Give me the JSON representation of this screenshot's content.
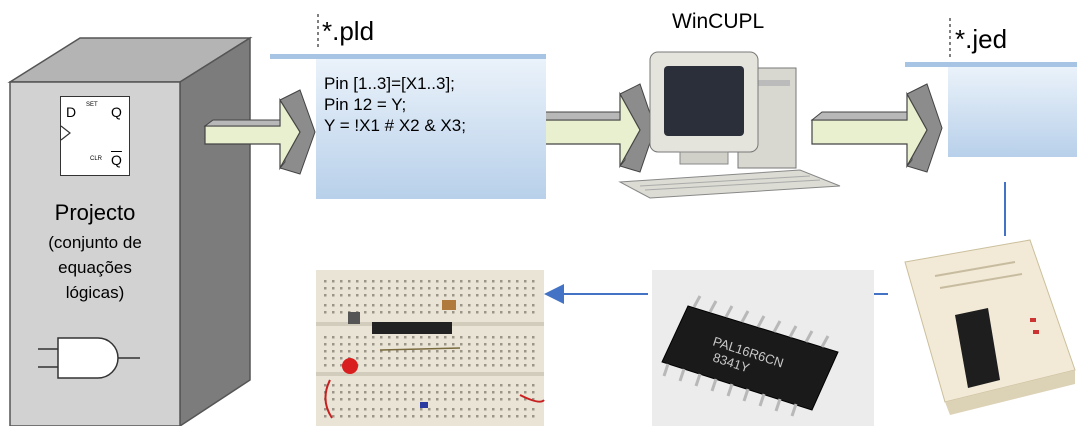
{
  "project_box": {
    "flipflop": {
      "d": "D",
      "set": "SET",
      "q": "Q",
      "clr": "CLR",
      "qbar": "Q"
    },
    "title": "Projecto",
    "line1": "(conjunto de",
    "line2": "equações",
    "line3": "lógicas)"
  },
  "pld_file": {
    "name": "*.pld",
    "code": [
      "Pin [1..3]=[X1..3];",
      "Pin 12 = Y;",
      "Y = !X1 # X2 & X3;"
    ]
  },
  "compiler": {
    "name": "WinCUPL"
  },
  "jed_file": {
    "name": "*.jed"
  },
  "chip": {
    "line1": "PAL16R6CN",
    "line2": "8341Y"
  },
  "colors": {
    "box_side": "#808080",
    "box_front": "#d4d4d4",
    "file_fill": "#c8dcf0",
    "file_bar": "#a8c4e4",
    "arrow_fill": "#e8f0d0",
    "arrow_side": "#8c8c8c",
    "blue_arrow": "#4472c4"
  }
}
